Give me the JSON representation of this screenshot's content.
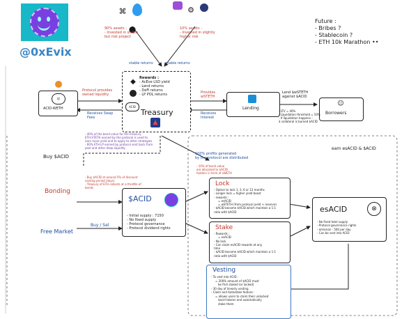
{
  "logo": {
    "handle": "@0xEvix"
  },
  "future": {
    "title": "Future :",
    "items": [
      "- Bribes ?",
      "- Stablecoin ?",
      "- ETH 10k Marathon ••"
    ]
  },
  "assets_left": {
    "title": "90% assets :",
    "lines": [
      "- Invested in stable",
      "but risk project"
    ]
  },
  "assets_right": {
    "title": "10% assets :",
    "lines": [
      "- Invested in slightly",
      "higher risk"
    ]
  },
  "stable_returns": [
    "stable returns",
    "stable returns"
  ],
  "treasury": {
    "title": "Treasury",
    "rewards_title": "Rewards :",
    "rewards": [
      "- AcEve LSD yield",
      "- Lend returns",
      "- DeFi returns",
      "- LP POL returns"
    ]
  },
  "acid_weth": {
    "label": "ACID-WETH",
    "note": "Protocol provides owned liquidity",
    "receives": "Receives Swap Fees"
  },
  "provides": "Provides wSTETH",
  "receives_interest": "Receives Interest",
  "lending": {
    "label": "Lending",
    "lend_note": "Lend $wSTETH against $ACID"
  },
  "borrowers": {
    "label": "Borrowers",
    "notes": [
      "- LTV = 40%",
      "- Liquidation threshold = 50%",
      "- If liquidation happens :",
      "$ collateral is burned $ACID"
    ]
  },
  "buy_acid": "Buy $ACID",
  "bonding": "Bonding",
  "free_market": "Free Market",
  "buy_sell": "Buy / Sel",
  "bonding_notes": [
    "- 40% of the bond value for the treasury",
    "ETH-STETH earned by the protocol is used to",
    "earn more yield and to apply to other strategies",
    "- 60% ETH LP earned by protocol sent back from",
    "pool and other deep liquidity"
  ],
  "bond_notes2": [
    "- Buy $ACID at around 5% of discount",
    "vesting period (days)",
    "- Treasury of ETH collects at a throttle of bonds"
  ],
  "acid_box": {
    "title": "$ACID",
    "items": [
      "- Initial supply : 7150",
      "- No fixed supply",
      "- Protocol governance",
      "- Protocol dividend rights"
    ]
  },
  "profits_note": [
    "100% profits generated",
    "by the protocol are distributed"
  ],
  "profits_small": [
    "- 10% of bond value",
    "are allocated to $ACID",
    "holders in form of sWETH"
  ],
  "earn_label": "earn esACID & $ACID",
  "lock": {
    "title": "Lock",
    "items": [
      "- Option to lock 1, 3, 6 or 12 months",
      "- Longer lock = higher yield boost",
      "- rewards :",
      "= esACID",
      "= wSTETH (from protocol yield + reserve)",
      "- $ACID become $ACID which maintain a 1:1",
      "ratio with $ACID"
    ]
  },
  "stake": {
    "title": "Stake",
    "items": [
      "- Rewards :",
      "= esACID",
      "- No lock",
      "- Can claim esACID rewards at any",
      "time",
      "- $ACID become $ACID which maintain a 1:1",
      "ratio with $ACID"
    ]
  },
  "esacid": {
    "title": "esACID",
    "items": [
      "- No fixed total supply",
      "- Protocol governance rights",
      "- emission : 500 per day",
      "- Can be vest into ACID"
    ]
  },
  "vesting": {
    "title": "Vesting",
    "items": [
      "- To vest into ACID :",
      "= 200% amount of $ACID must",
      "be first staked (or locked)",
      "- 30 day of linearly vesting",
      "- Claim and Autostake feature :",
      "= allows users to claim their unlocked",
      "$acid tokens and automatically",
      "stake them"
    ]
  },
  "colors": {
    "logo_bg": "#19b8c9",
    "logo_face": "#7a3fe0",
    "red": "#c0392b",
    "blue": "#1f4fa0",
    "vesting_border": "#3b76c4"
  }
}
